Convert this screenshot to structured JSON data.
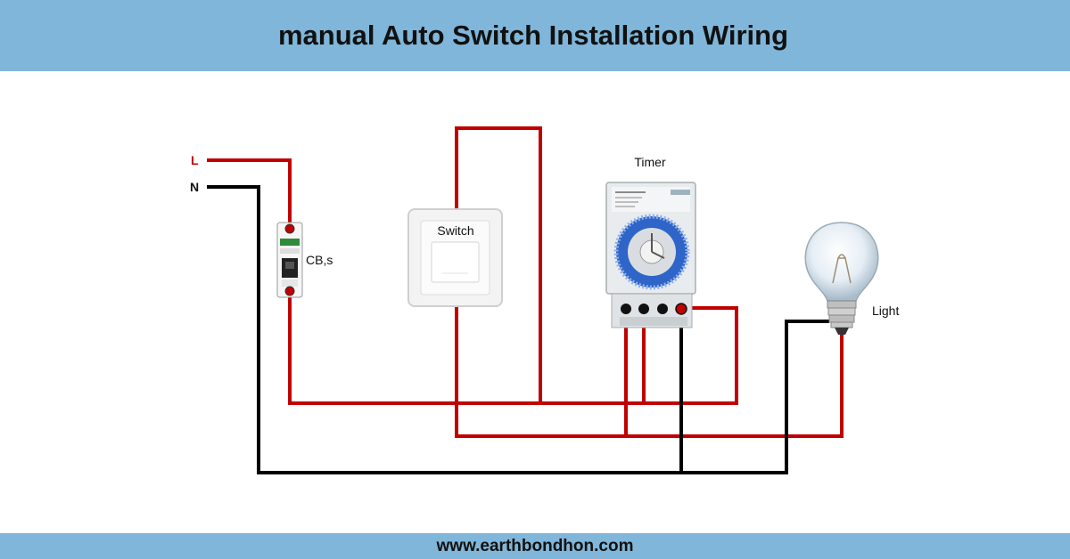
{
  "title": "manual Auto Switch Installation Wiring",
  "footer_url": "www.earthbondhon.com",
  "labels": {
    "line": "L",
    "neutral": "N",
    "breaker": "CB,s",
    "switch": "Switch",
    "timer": "Timer",
    "light": "Light"
  },
  "colors": {
    "banner": "#7fb6d9",
    "line_wire": "#c00000",
    "neutral_wire": "#000000"
  }
}
